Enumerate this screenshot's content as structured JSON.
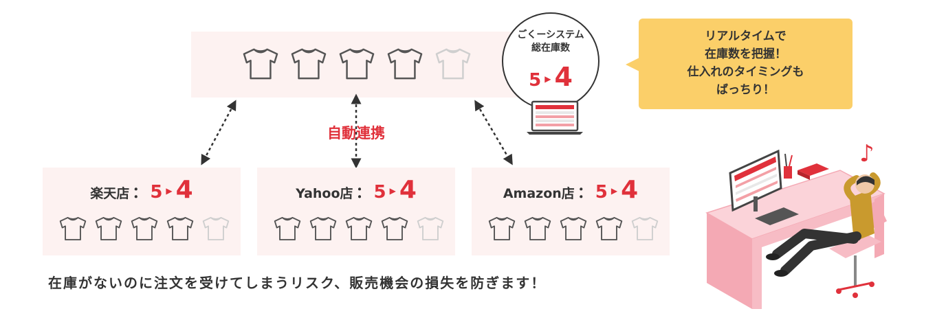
{
  "inventory_panel": {
    "shirts_in_stock": 4,
    "shirts_total": 5
  },
  "system_total": {
    "title_line1": "ごくーシステム",
    "title_line2": "総在庫数",
    "from": "5",
    "to": "4"
  },
  "callout": {
    "line1": "リアルタイムで",
    "line2": "在庫数を把握！",
    "line3": "仕入れのタイミングも",
    "line4": "ばっちり！"
  },
  "sync_label": "自動連携",
  "stores": [
    {
      "name": "楽天店",
      "sep": "：",
      "from": "5",
      "to": "4"
    },
    {
      "name": "Yahoo店",
      "sep": "：",
      "from": "5",
      "to": "4"
    },
    {
      "name": "Amazon店",
      "sep": "：",
      "from": "5",
      "to": "4"
    }
  ],
  "bottom_message": "在庫がないのに注文を受けてしまうリスク、販売機会の損失を防ぎます！",
  "colors": {
    "accent_red": "#e0313b",
    "callout_yellow": "#fbcf69",
    "panel_pink": "#fdf2f1",
    "desk_pink": "#f4a9b4"
  },
  "icons": [
    "tshirt-icon",
    "laptop-icon",
    "music-note-icon"
  ]
}
